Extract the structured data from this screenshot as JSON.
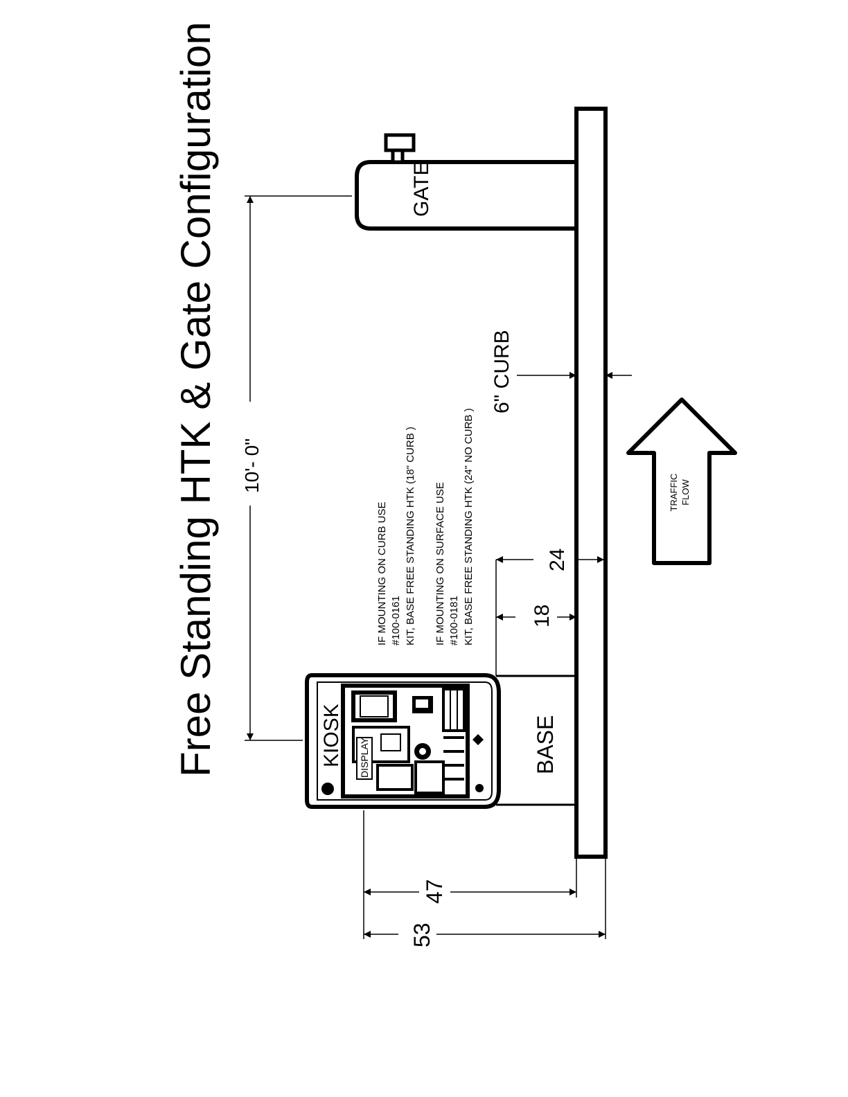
{
  "title": "Free Standing HTK  & Gate Configuration",
  "dimensions": {
    "kiosk_to_gate": "10'- 0\"",
    "curb_height": "6\" CURB",
    "base_18": "18",
    "base_24": "24",
    "height_47": "47",
    "height_53": "53"
  },
  "labels": {
    "kiosk": "KIOSK",
    "display": "DISPLAY",
    "base": "BASE",
    "gate": "GATE",
    "traffic_line1": "TRAFFIC",
    "traffic_line2": "FLOW"
  },
  "notes": {
    "curb": {
      "line1": "IF MOUNTING ON CURB USE",
      "line2": "#100-0161",
      "line3": "KIT, BASE FREE STANDING HTK (18\" CURB )"
    },
    "surface": {
      "line1": "IF MOUNTING ON SURFACE USE",
      "line2": "#100-0181",
      "line3": "KIT, BASE FREE STANDING HTK (24\" NO CURB )"
    }
  },
  "colors": {
    "ink": "#000000",
    "paper": "#ffffff"
  }
}
